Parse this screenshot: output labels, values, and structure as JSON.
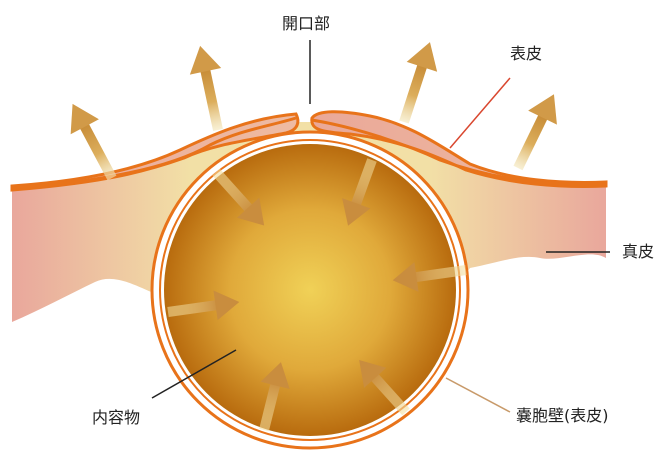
{
  "labels": {
    "opening": "開口部",
    "epidermis": "表皮",
    "dermis": "真皮",
    "contents": "内容物",
    "cyst_wall": "嚢胞壁(表皮)"
  },
  "colors": {
    "skin_orange": "#e8731a",
    "dermis_pink": "#e9a79c",
    "dermis_yellow": "#f2e7a6",
    "cyst_dark": "#b86f10",
    "cyst_light": "#ecc84f",
    "arrow_gold": "#d9a64c",
    "leader_red": "#d9472f",
    "leader_tan": "#c89a6a"
  }
}
